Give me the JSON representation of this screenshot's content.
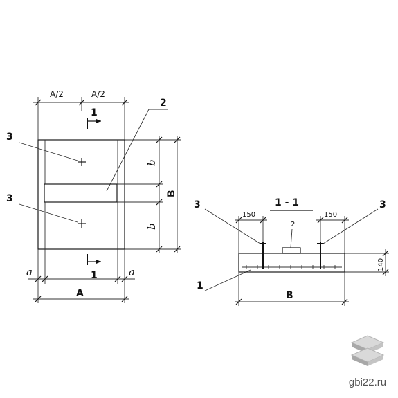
{
  "plan": {
    "dim_half_left": "A/2",
    "dim_half_right": "A/2",
    "dim_width": "A",
    "dim_length": "B",
    "dim_b_top": "b",
    "dim_b_bottom": "b",
    "dim_a_left": "a",
    "dim_a_right": "a",
    "section_mark_top": "1",
    "section_mark_bottom": "1",
    "callout_3_top": "3",
    "callout_3_bottom": "3",
    "callout_2": "2"
  },
  "section": {
    "title": "1 - 1",
    "dim_left": "150",
    "dim_right": "150",
    "dim_height": "140",
    "dim_length": "B",
    "callout_3_left": "3",
    "callout_3_right": "3",
    "callout_2": "2",
    "callout_1": "1"
  },
  "brand": {
    "text": "gbi22.ru",
    "logo_icon": "stacked-slabs-icon"
  }
}
